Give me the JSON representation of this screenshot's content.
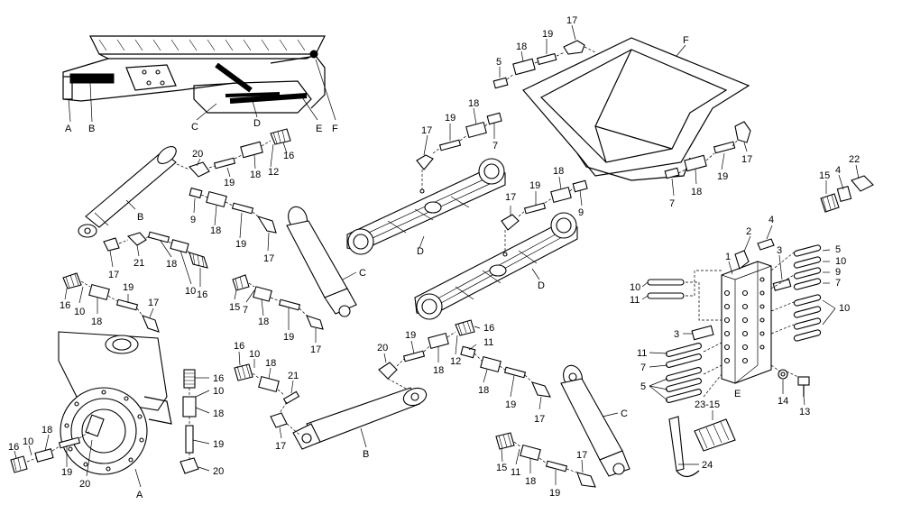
{
  "labels": {
    "top_left": [
      "A",
      "B",
      "C",
      "D",
      "E",
      "F"
    ],
    "hopper": "F",
    "hopper_fittings": [
      "17",
      "19",
      "18",
      "5",
      "17",
      "19",
      "18",
      "7"
    ],
    "cyl_b_top": [
      "20",
      "19",
      "18",
      "12",
      "16",
      "B",
      "9",
      "18",
      "19",
      "17"
    ],
    "cyl_b_left": [
      "17",
      "21",
      "18",
      "10",
      "16"
    ],
    "cyl_c_top": [
      "C",
      "15",
      "7",
      "18",
      "19",
      "17"
    ],
    "arm_d_top": [
      "17",
      "19",
      "18",
      "7",
      "D"
    ],
    "arm_d_mid": [
      "17",
      "19",
      "18",
      "9",
      "D"
    ],
    "side_22": [
      "22",
      "15",
      "4"
    ],
    "manifold": [
      "1",
      "2",
      "3",
      "4",
      "5",
      "10",
      "9",
      "7",
      "10",
      "10",
      "11",
      "3",
      "11",
      "7",
      "5",
      "E",
      "14",
      "13"
    ],
    "wheel_a": [
      "16",
      "10",
      "18",
      "17",
      "16",
      "10",
      "18",
      "19",
      "20",
      "A"
    ],
    "wheel_fittings": [
      "16",
      "10",
      "18",
      "19",
      "20"
    ],
    "cyl_b_bottom": [
      "16",
      "10",
      "18",
      "21",
      "17",
      "B"
    ],
    "mid_fittings": [
      "20",
      "19",
      "18",
      "12",
      "16",
      "11"
    ],
    "cyl_c_bottom": [
      "C",
      "18",
      "19",
      "17",
      "15",
      "11",
      "18",
      "19",
      "17"
    ],
    "misc": [
      "23-15",
      "24"
    ]
  }
}
